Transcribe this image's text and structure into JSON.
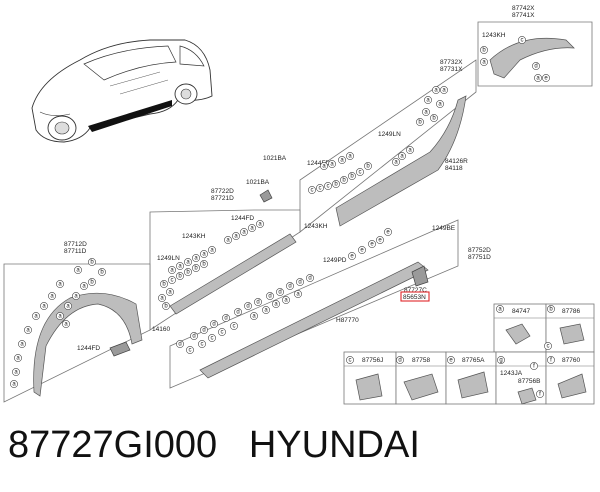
{
  "caption": "87727GI000   HYUNDAI",
  "labels": {
    "top_right": [
      "87742X",
      "87741X",
      "1243KH"
    ],
    "upper_panel": [
      "87732X",
      "87731X",
      "1249LN",
      "1244FD",
      "84126R",
      "84118",
      "1243KH"
    ],
    "bracket": [
      "1021BA",
      "1021BA"
    ],
    "mid_panel": [
      "87722D",
      "87721D",
      "1244FD",
      "1243KH",
      "1249LN",
      "14160"
    ],
    "left_panel": [
      "87712D",
      "87711D",
      "1244FD"
    ],
    "sill_panel": [
      "1249BE",
      "87752D",
      "87751D",
      "1249PD",
      "87727C",
      "H87770"
    ],
    "highlight": "85653N",
    "grid": {
      "a": "84747",
      "b": "87786",
      "c": "87756J",
      "d": "87758",
      "e": "87765A",
      "f": "87760",
      "g_top": "1243JA",
      "g_bot": "87756B"
    }
  },
  "circle_letters": [
    "a",
    "b",
    "c",
    "d",
    "e",
    "f",
    "g"
  ],
  "colors": {
    "highlight": "#e0262a",
    "part": "#bdbdbd",
    "outline": "#555555"
  }
}
